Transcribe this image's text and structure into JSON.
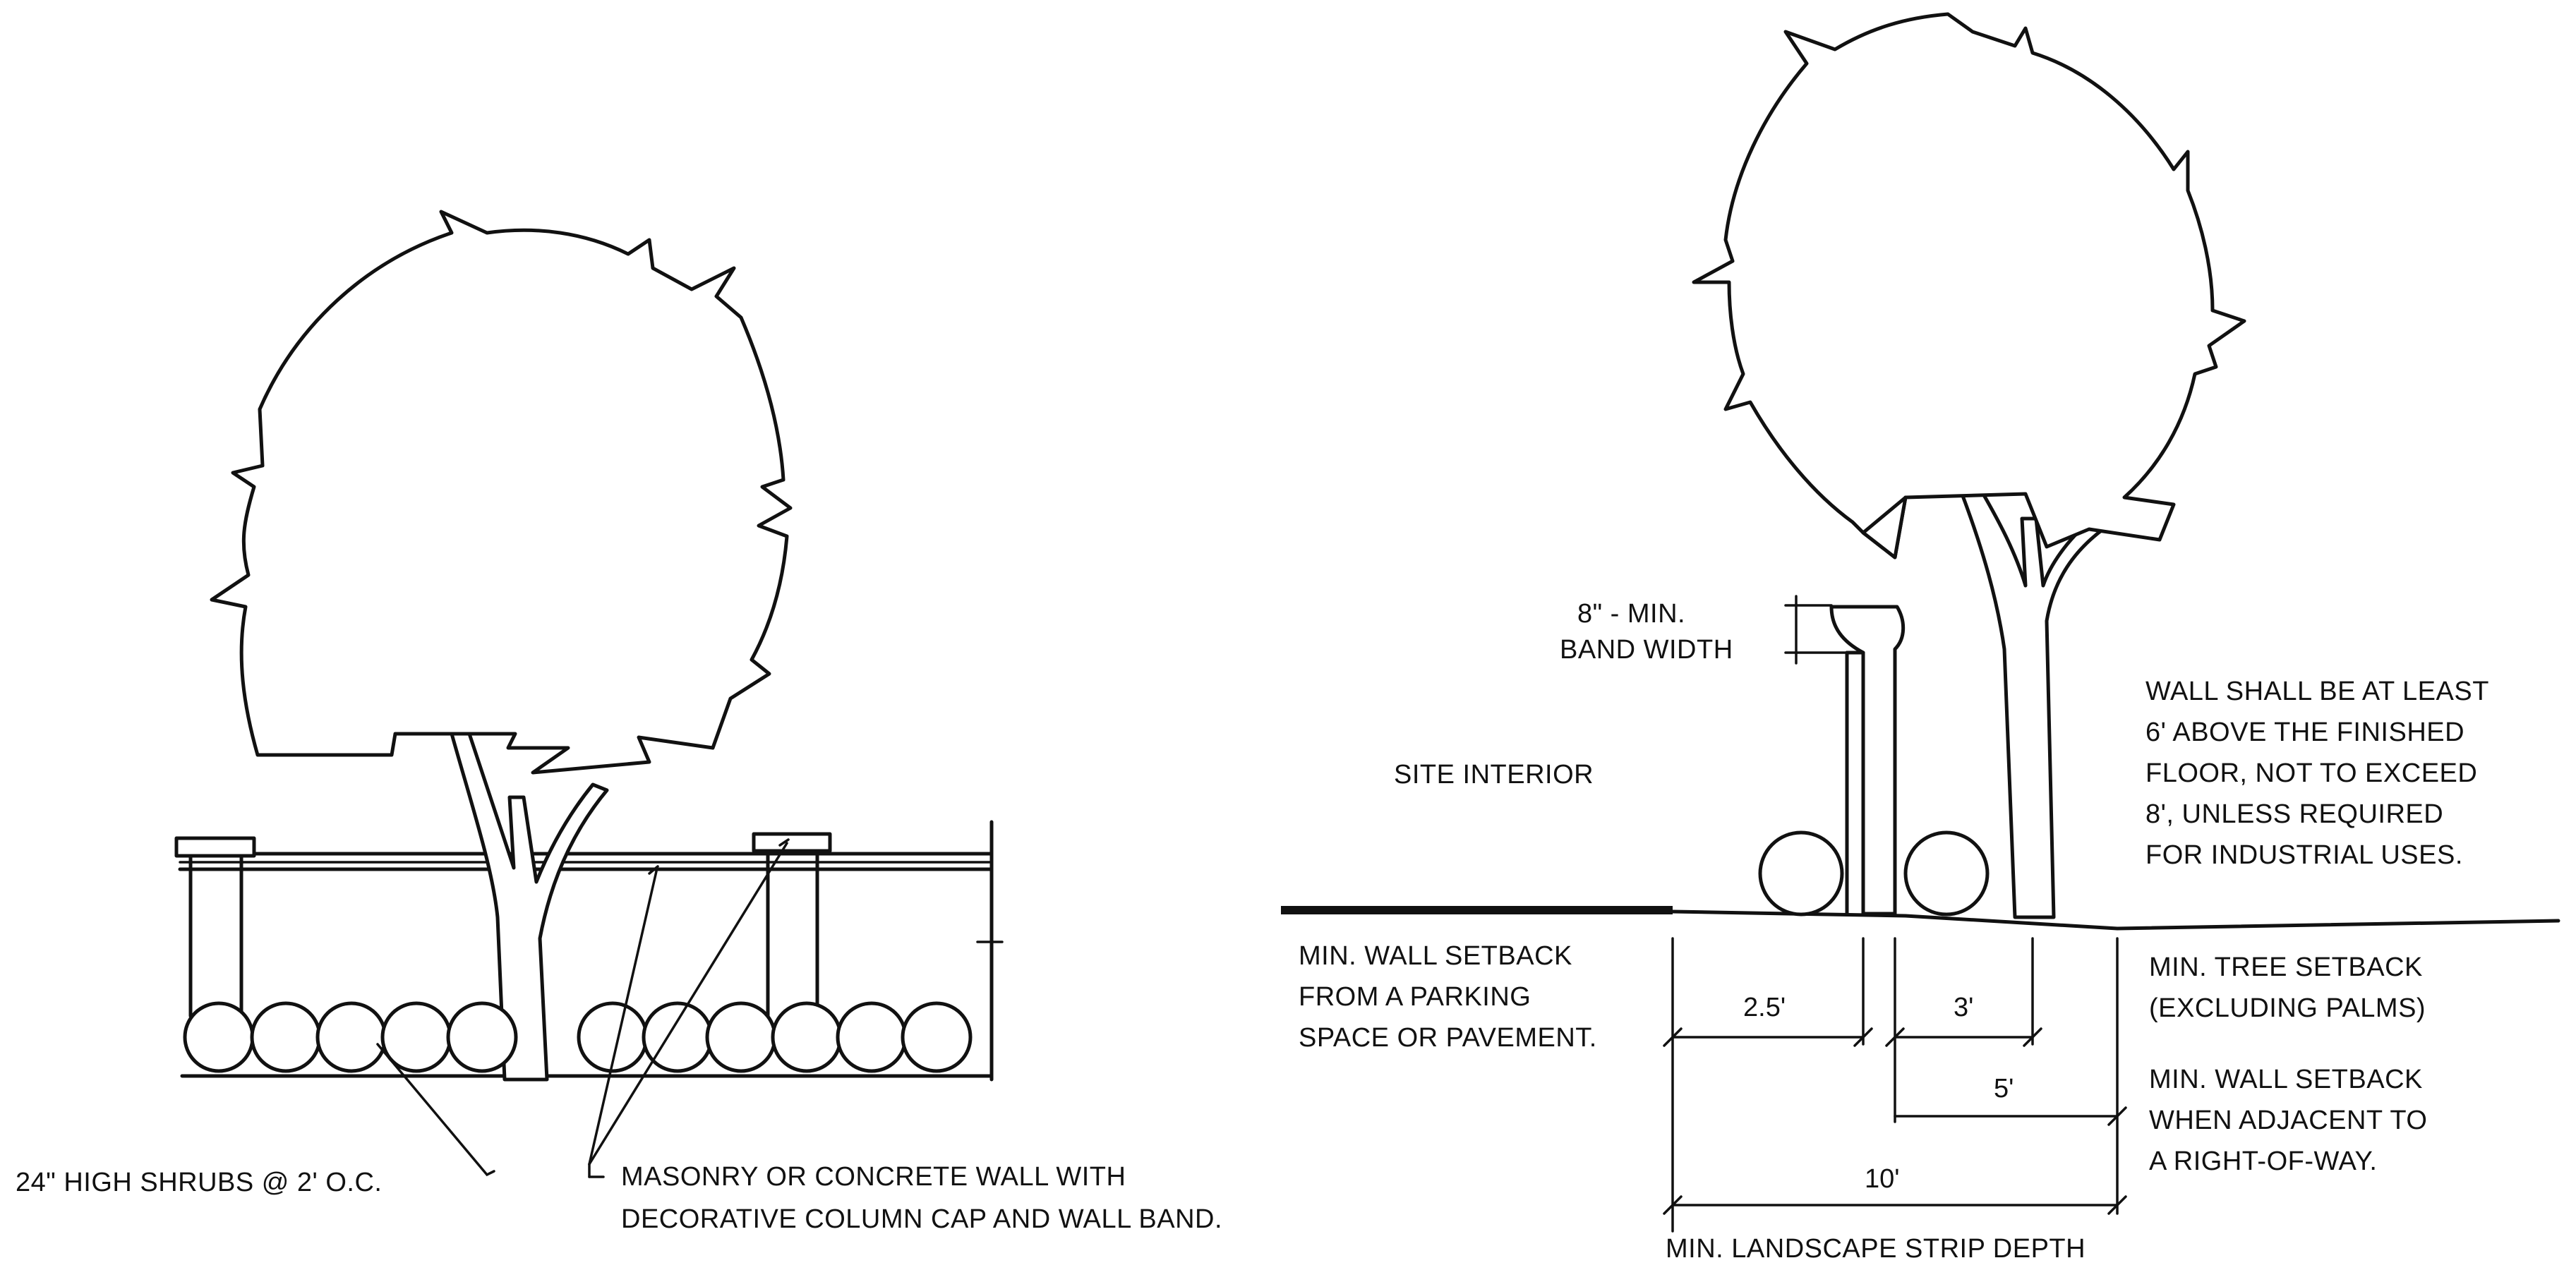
{
  "left_detail": {
    "shrubs_label": "24\" HIGH SHRUBS @ 2' O.C.",
    "wall_label_line1": "MASONRY OR CONCRETE WALL WITH",
    "wall_label_line2": "DECORATIVE COLUMN CAP AND WALL BAND."
  },
  "right_detail": {
    "band_width_line1": "8\" - MIN.",
    "band_width_line2": "BAND WIDTH",
    "site_interior": "SITE INTERIOR",
    "wall_height_note": [
      "WALL SHALL BE AT LEAST",
      "6' ABOVE THE FINISHED",
      "FLOOR, NOT TO EXCEED",
      "8', UNLESS REQUIRED",
      "FOR INDUSTRIAL USES."
    ],
    "parking_setback_note": [
      "MIN. WALL SETBACK",
      "FROM A PARKING",
      "SPACE OR PAVEMENT."
    ],
    "tree_setback_note": [
      "MIN. TREE SETBACK",
      "(EXCLUDING PALMS)"
    ],
    "row_setback_note": [
      "MIN. WALL SETBACK",
      "WHEN ADJACENT TO",
      "A RIGHT-OF-WAY."
    ],
    "dimensions": {
      "wall_setback_parking": "2.5'",
      "tree_setback": "3'",
      "wall_setback_row": "5'",
      "landscape_strip": "10'"
    },
    "strip_depth_label": "MIN. LANDSCAPE STRIP DEPTH"
  }
}
